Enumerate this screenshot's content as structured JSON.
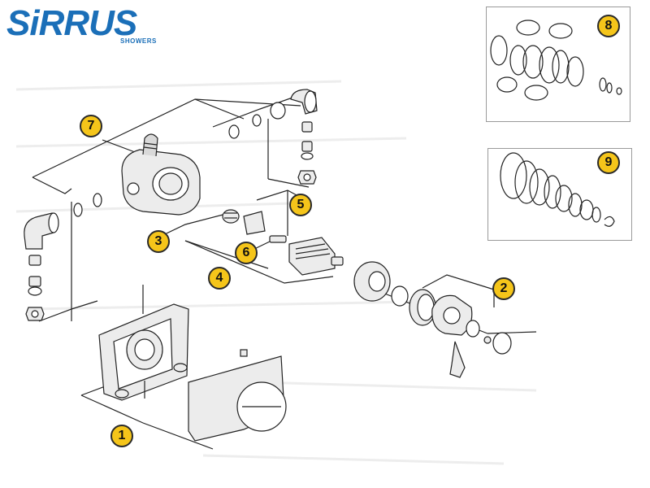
{
  "brand": {
    "name": "SiRRUS",
    "tagline": "SHOWERS",
    "color_primary": "#1b6fb8",
    "color_dark": "#0e3f78"
  },
  "callouts": [
    {
      "id": "callout-1",
      "label": "1"
    },
    {
      "id": "callout-2",
      "label": "2"
    },
    {
      "id": "callout-3",
      "label": "3"
    },
    {
      "id": "callout-4",
      "label": "4"
    },
    {
      "id": "callout-5",
      "label": "5"
    },
    {
      "id": "callout-6",
      "label": "6"
    },
    {
      "id": "callout-7",
      "label": "7"
    },
    {
      "id": "callout-8",
      "label": "8"
    },
    {
      "id": "callout-9",
      "label": "9"
    }
  ],
  "colors": {
    "callout_fill": "#f5c51a",
    "line": "#222222",
    "part_fill": "#ececec"
  }
}
